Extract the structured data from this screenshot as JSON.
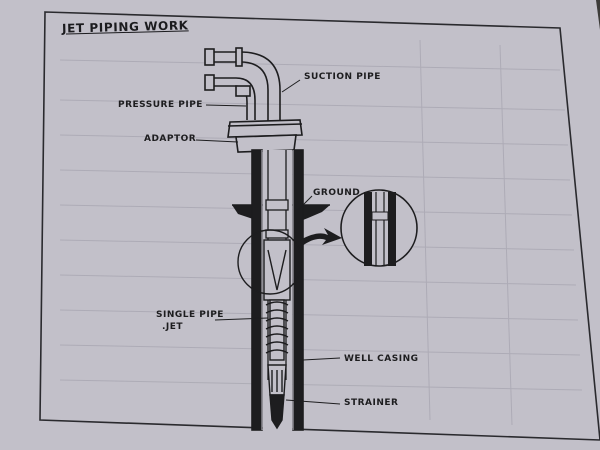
{
  "page": {
    "title": "JET PIPING WORK",
    "labels": {
      "suction_pipe": "SUCTION PIPE",
      "pressure_pipe": "PRESSURE PIPE",
      "adaptor": "ADAPTOR",
      "ground": "GROUND",
      "single_pipe_jet_line1": "SINGLE PIPE",
      "single_pipe_jet_line2": ".JET",
      "well_casing": "WELL CASING",
      "strainer": "STRAINER"
    }
  },
  "colors": {
    "paper": "#c2c0c9",
    "ink": "#1d1d1f",
    "background": "#3d3c39"
  }
}
